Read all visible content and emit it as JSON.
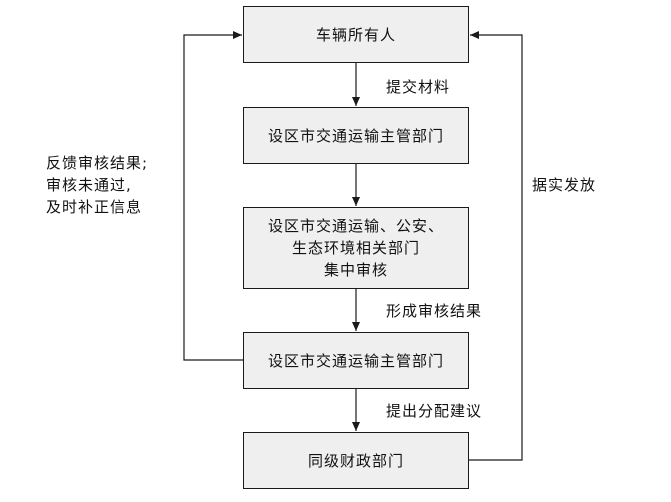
{
  "nodes": [
    {
      "id": "owner",
      "label": "车辆所有人"
    },
    {
      "id": "dept-1",
      "label": "设区市交通运输主管部门"
    },
    {
      "id": "joint-review",
      "lines": [
        "设区市交通运输、公安、",
        "生态环境相关部门",
        "集中审核"
      ]
    },
    {
      "id": "dept-2",
      "label": "设区市交通运输主管部门"
    },
    {
      "id": "finance",
      "label": "同级财政部门"
    }
  ],
  "edge_labels": [
    "提交材料",
    "形成审核结果",
    "提出分配建议"
  ],
  "feedback_label": [
    "反馈审核结果;",
    "审核未通过,",
    "及时补正信息"
  ],
  "release_label": "据实发放"
}
